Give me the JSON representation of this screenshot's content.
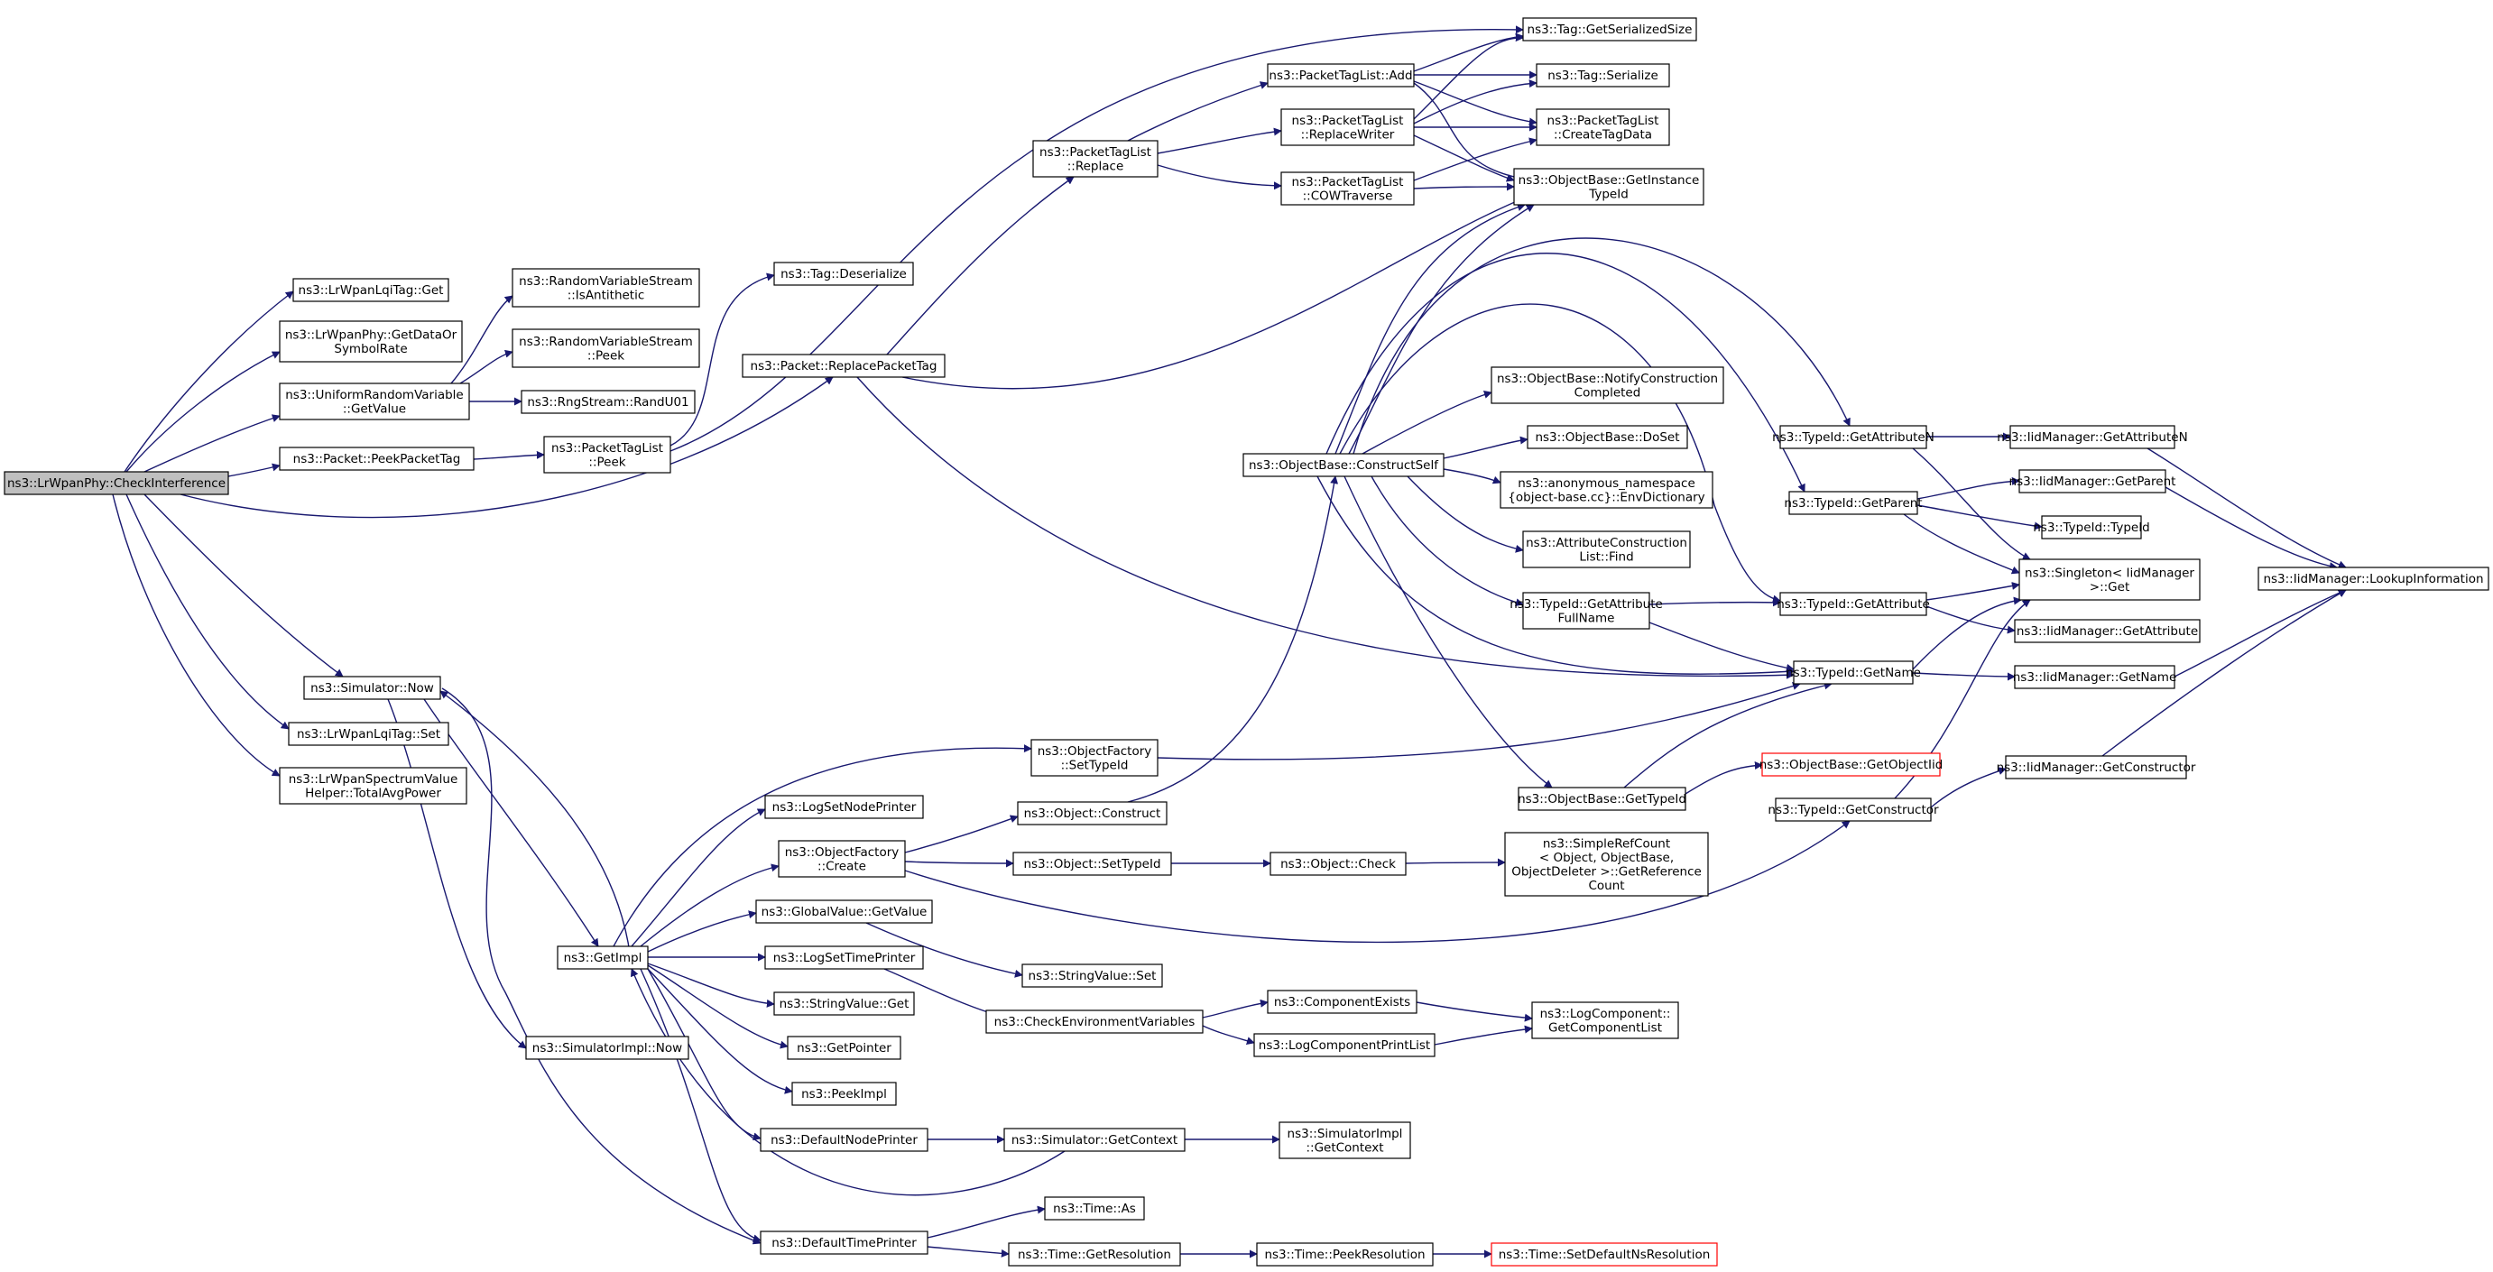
{
  "colors": {
    "edge": "#191970",
    "node_border": "#000000",
    "node_fill": "#ffffff",
    "root_fill": "#bfbfbf",
    "truncated_border": "#ff0000"
  },
  "nodes": [
    {
      "id": "root",
      "lines": [
        "ns3::LrWpanPhy::CheckInterference"
      ],
      "root": true
    },
    {
      "id": "lqiget",
      "lines": [
        "ns3::LrWpanLqiTag::Get"
      ]
    },
    {
      "id": "getdata",
      "lines": [
        "ns3::LrWpanPhy::GetDataOr",
        "SymbolRate"
      ]
    },
    {
      "id": "urvget",
      "lines": [
        "ns3::UniformRandomVariable",
        "::GetValue"
      ]
    },
    {
      "id": "peekpt",
      "lines": [
        "ns3::Packet::PeekPacketTag"
      ]
    },
    {
      "id": "simnow",
      "lines": [
        "ns3::Simulator::Now"
      ]
    },
    {
      "id": "lqiset",
      "lines": [
        "ns3::LrWpanLqiTag::Set"
      ]
    },
    {
      "id": "totavg",
      "lines": [
        "ns3::LrWpanSpectrumValue",
        "Helper::TotalAvgPower"
      ]
    },
    {
      "id": "rvsanti",
      "lines": [
        "ns3::RandomVariableStream",
        "::IsAntithetic"
      ]
    },
    {
      "id": "rvspeek",
      "lines": [
        "ns3::RandomVariableStream",
        "::Peek"
      ]
    },
    {
      "id": "randu01",
      "lines": [
        "ns3::RngStream::RandU01"
      ]
    },
    {
      "id": "ptlpeek",
      "lines": [
        "ns3::PacketTagList",
        "::Peek"
      ]
    },
    {
      "id": "tagdeser",
      "lines": [
        "ns3::Tag::Deserialize"
      ]
    },
    {
      "id": "replacept",
      "lines": [
        "ns3::Packet::ReplacePacketTag"
      ]
    },
    {
      "id": "ptlreplace",
      "lines": [
        "ns3::PacketTagList",
        "::Replace"
      ]
    },
    {
      "id": "ptladd",
      "lines": [
        "ns3::PacketTagList::Add"
      ]
    },
    {
      "id": "ptlrw",
      "lines": [
        "ns3::PacketTagList",
        "::ReplaceWriter"
      ]
    },
    {
      "id": "ptlcow",
      "lines": [
        "ns3::PacketTagList",
        "::COWTraverse"
      ]
    },
    {
      "id": "tagsize",
      "lines": [
        "ns3::Tag::GetSerializedSize"
      ]
    },
    {
      "id": "tagser",
      "lines": [
        "ns3::Tag::Serialize"
      ]
    },
    {
      "id": "ptlcreate",
      "lines": [
        "ns3::PacketTagList",
        "::CreateTagData"
      ]
    },
    {
      "id": "obginst",
      "lines": [
        "ns3::ObjectBase::GetInstance",
        "TypeId"
      ]
    },
    {
      "id": "notify",
      "lines": [
        "ns3::ObjectBase::NotifyConstruction",
        "Completed"
      ]
    },
    {
      "id": "doset",
      "lines": [
        "ns3::ObjectBase::DoSet"
      ]
    },
    {
      "id": "envdict",
      "lines": [
        "ns3::anonymous_namespace",
        "{object-base.cc}::EnvDictionary"
      ]
    },
    {
      "id": "attrfind",
      "lines": [
        "ns3::AttributeConstruction",
        "List::Find"
      ]
    },
    {
      "id": "attrfull",
      "lines": [
        "ns3::TypeId::GetAttribute",
        "FullName"
      ]
    },
    {
      "id": "constructself",
      "lines": [
        "ns3::ObjectBase::ConstructSelf"
      ]
    },
    {
      "id": "obgettid",
      "lines": [
        "ns3::ObjectBase::GetTypeId"
      ]
    },
    {
      "id": "getobjtid",
      "lines": [
        "ns3::ObjectBase::GetObjectIid"
      ],
      "truncated": true
    },
    {
      "id": "tidattrn",
      "lines": [
        "ns3::TypeId::GetAttributeN"
      ]
    },
    {
      "id": "tidparent",
      "lines": [
        "ns3::TypeId::GetParent"
      ]
    },
    {
      "id": "tidattr",
      "lines": [
        "ns3::TypeId::GetAttribute"
      ]
    },
    {
      "id": "tidname",
      "lines": [
        "ns3::TypeId::GetName"
      ]
    },
    {
      "id": "tidctor",
      "lines": [
        "ns3::TypeId::GetConstructor"
      ]
    },
    {
      "id": "iidattrn",
      "lines": [
        "ns3::IidManager::GetAttributeN"
      ]
    },
    {
      "id": "iidparent",
      "lines": [
        "ns3::IidManager::GetParent"
      ]
    },
    {
      "id": "tidtid",
      "lines": [
        "ns3::TypeId::TypeId"
      ]
    },
    {
      "id": "singleton",
      "lines": [
        "ns3::Singleton< IidManager",
        "  >::Get"
      ]
    },
    {
      "id": "iidattr",
      "lines": [
        "ns3::IidManager::GetAttribute"
      ]
    },
    {
      "id": "iidname",
      "lines": [
        "ns3::IidManager::GetName"
      ]
    },
    {
      "id": "iidctor",
      "lines": [
        "ns3::IidManager::GetConstructor"
      ]
    },
    {
      "id": "lookup",
      "lines": [
        "ns3::IidManager::LookupInformation"
      ]
    },
    {
      "id": "ofsettid",
      "lines": [
        "ns3::ObjectFactory",
        "::SetTypeId"
      ]
    },
    {
      "id": "logsetnode",
      "lines": [
        "ns3::LogSetNodePrinter"
      ]
    },
    {
      "id": "ofcreate",
      "lines": [
        "ns3::ObjectFactory",
        "::Create"
      ]
    },
    {
      "id": "objconstruct",
      "lines": [
        "ns3::Object::Construct"
      ]
    },
    {
      "id": "objsettid",
      "lines": [
        "ns3::Object::SetTypeId"
      ]
    },
    {
      "id": "objcheck",
      "lines": [
        "ns3::Object::Check"
      ]
    },
    {
      "id": "refcount",
      "lines": [
        "ns3::SimpleRefCount",
        "< Object, ObjectBase,",
        "ObjectDeleter >::GetReference",
        "Count"
      ]
    },
    {
      "id": "gvgetvalue",
      "lines": [
        "ns3::GlobalValue::GetValue"
      ]
    },
    {
      "id": "getimpl",
      "lines": [
        "ns3::GetImpl"
      ]
    },
    {
      "id": "logsettime",
      "lines": [
        "ns3::LogSetTimePrinter"
      ]
    },
    {
      "id": "strvalset",
      "lines": [
        "ns3::StringValue::Set"
      ]
    },
    {
      "id": "strvalget",
      "lines": [
        "ns3::StringValue::Get"
      ]
    },
    {
      "id": "checkenv",
      "lines": [
        "ns3::CheckEnvironmentVariables"
      ]
    },
    {
      "id": "compexists",
      "lines": [
        "ns3::ComponentExists"
      ]
    },
    {
      "id": "logcompprint",
      "lines": [
        "ns3::LogComponentPrintList"
      ]
    },
    {
      "id": "logcomplist",
      "lines": [
        "ns3::LogComponent::",
        "GetComponentList"
      ]
    },
    {
      "id": "getpointer",
      "lines": [
        "ns3::GetPointer"
      ]
    },
    {
      "id": "peekimpl",
      "lines": [
        "ns3::PeekImpl"
      ]
    },
    {
      "id": "simimplnow",
      "lines": [
        "ns3::SimulatorImpl::Now"
      ]
    },
    {
      "id": "defnode",
      "lines": [
        "ns3::DefaultNodePrinter"
      ]
    },
    {
      "id": "simgetctx",
      "lines": [
        "ns3::Simulator::GetContext"
      ]
    },
    {
      "id": "simimplctx",
      "lines": [
        "ns3::SimulatorImpl",
        "::GetContext"
      ]
    },
    {
      "id": "deftime",
      "lines": [
        "ns3::DefaultTimePrinter"
      ]
    },
    {
      "id": "timeas",
      "lines": [
        "ns3::Time::As"
      ]
    },
    {
      "id": "timegetres",
      "lines": [
        "ns3::Time::GetResolution"
      ]
    },
    {
      "id": "timepeekres",
      "lines": [
        "ns3::Time::PeekResolution"
      ]
    },
    {
      "id": "timesetdef",
      "lines": [
        "ns3::Time::SetDefaultNsResolution"
      ],
      "truncated": true
    }
  ]
}
